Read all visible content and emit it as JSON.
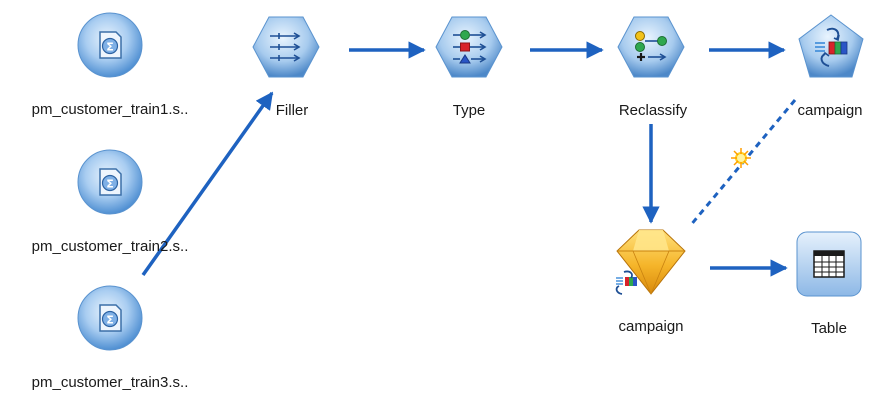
{
  "nodes": {
    "source1": {
      "label": "pm_customer_train1.s..",
      "icon": "statistics-file-source-icon"
    },
    "source2": {
      "label": "pm_customer_train2.s..",
      "icon": "statistics-file-source-icon"
    },
    "source3": {
      "label": "pm_customer_train3.s..",
      "icon": "statistics-file-source-icon"
    },
    "filler": {
      "label": "Filler",
      "icon": "filler-icon"
    },
    "type": {
      "label": "Type",
      "icon": "type-icon"
    },
    "reclassify": {
      "label": "Reclassify",
      "icon": "reclassify-icon"
    },
    "campaign_model": {
      "label": "campaign",
      "icon": "model-builder-icon"
    },
    "campaign_nugget": {
      "label": "campaign",
      "icon": "model-nugget-icon"
    },
    "table": {
      "label": "Table",
      "icon": "table-icon"
    }
  },
  "colors": {
    "connector": "#1e62c0",
    "node_blue_light": "#d6e8fa",
    "node_blue_mid": "#7fb0e6",
    "node_blue_dark": "#3d7fc9",
    "nugget_gold": "#f2a81e",
    "link_dashed": "#1e62c0",
    "spark": "#ffd21a"
  }
}
